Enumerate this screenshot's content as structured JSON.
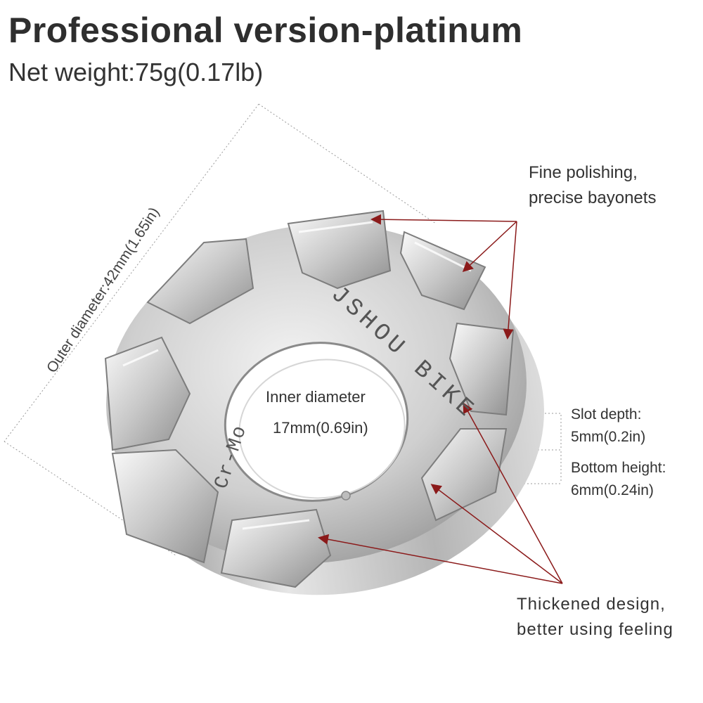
{
  "header": {
    "title": "Professional version-platinum",
    "weight": "Net weight:75g(0.17lb)"
  },
  "dimensions": {
    "outer": "Outer diameter:42mm(1.65in)",
    "inner_label": "Inner diameter",
    "inner_value": "17mm(0.69in)",
    "slot_depth_label": "Slot depth:",
    "slot_depth_value": "5mm(0.2in)",
    "bottom_height_label": "Bottom height:",
    "bottom_height_value": "6mm(0.24in)"
  },
  "callouts": {
    "polishing_line1": "Fine polishing,",
    "polishing_line2": "precise bayonets",
    "thickened_line1": "Thickened design,",
    "thickened_line2": "better using feeling"
  },
  "product": {
    "engraving_brand": "JSHOU BIKE",
    "engraving_material": "Cr-Mo"
  },
  "colors": {
    "arrow": "#8b1a1a",
    "metal": "#c9c9c9",
    "text": "#333333"
  }
}
